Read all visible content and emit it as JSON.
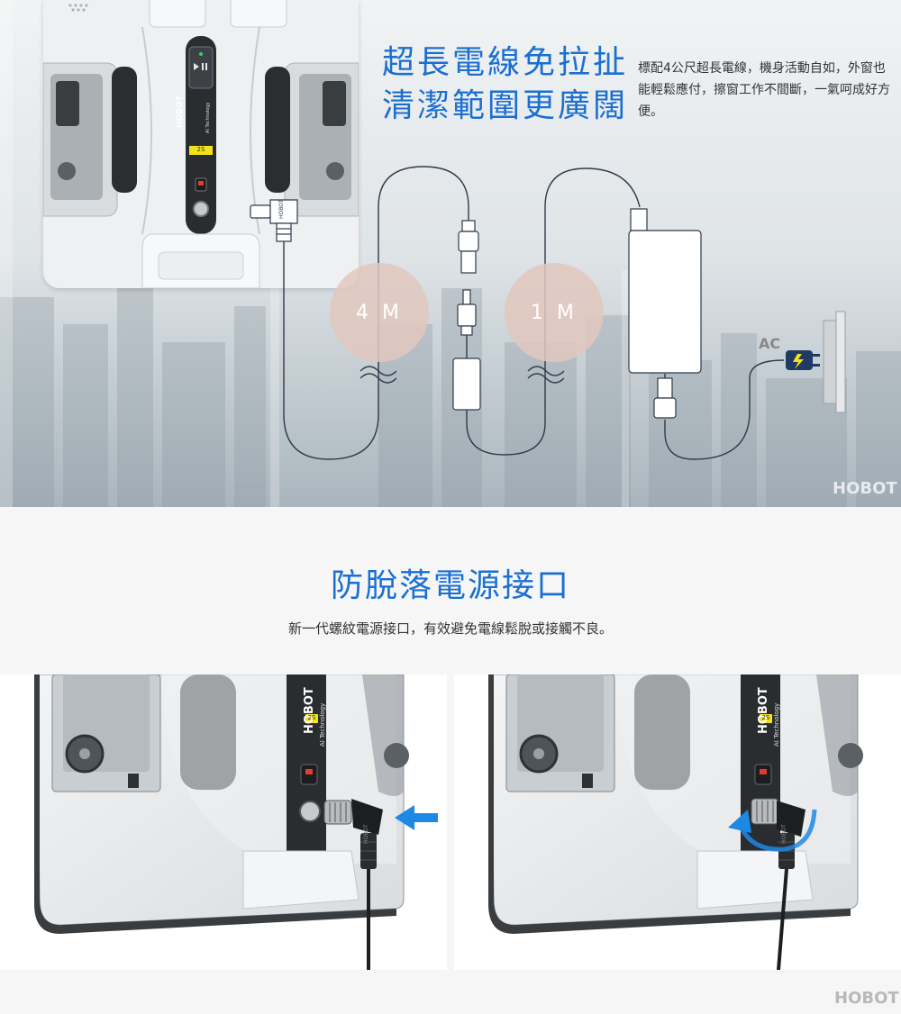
{
  "hero": {
    "title_line1": "超長電線免拉扯",
    "title_line2": "清潔範圍更廣闊",
    "description": "標配4公尺超長電線，機身活動自如，外窗也能輕鬆應付，擦窗工作不間斷，一氣呵成好方便。",
    "label_4m": "4 M",
    "label_1m": "1 M",
    "ac_label": "AC",
    "brand_logo": "HOBOT",
    "device_brand": "HOBOT",
    "device_sub": "AI Technology",
    "device_model": "2S",
    "plug_mark": "HOBOT"
  },
  "section2": {
    "title": "防脫落電源接口",
    "description": "新一代螺紋電源接口，有效避免電線鬆脫或接觸不良。"
  },
  "panels": {
    "device_brand": "HOBOT",
    "device_sub": "AI Technology",
    "device_model": "2S",
    "plug_mark": "HOBOT"
  },
  "footer": {
    "brand_logo": "HOBOT"
  },
  "colors": {
    "accent_blue": "#1a6fd1",
    "arrow_blue": "#1e88e5",
    "circle": "#e2c8be"
  },
  "icons": [
    "play-pause-icon",
    "power-switch-icon",
    "power-plug-icon",
    "blue-arrow-icon",
    "rotate-arrow-icon"
  ]
}
